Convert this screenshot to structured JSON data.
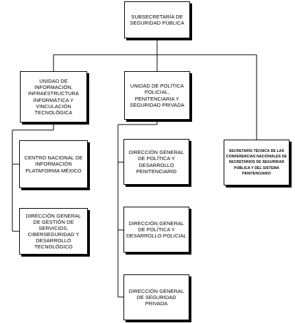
{
  "org_chart": {
    "root": "SUBSECRETARÍA DE SEGURIDAD PÚBLICA",
    "units": {
      "info": "UNIDAD DE INFORMACIÓN, INFRAESTRUCTURA INFORMÁTICA Y VINCULACIÓN TECNOLÓGICA",
      "policy": "UNIDAD DE POLÍTICA POLICIAL, PENITENCIARIA Y SEGURIDAD PRIVADA",
      "secretariat": "SECRETARÍA TÉCNICA DE LAS CONFERENCIAS NACIONALES DE SECRETARIOS DE SEGURIDAD PÚBLICA Y DEL SISTEMA PENITENCIARIO"
    },
    "info_children": {
      "centro": "CENTRO NACIONAL DE INFORMACIÓN PLATAFORMA MÉXICO",
      "gestion": "DIRECCIÓN GENERAL DE GESTIÓN DE SERVICIOS, CIBERSEGURIDAD Y DESARROLLO TECNOLÓGICO"
    },
    "policy_children": {
      "penitenciario": "DIRECCIÓN GENERAL DE POLÍTICA Y DESARROLLO PENITENCIARIO",
      "policial": "DIRECCIÓN GENERAL DE POLÍTICA Y DESARROLLO POLICIAL",
      "privada": "DIRECCIÓN GENERAL DE SEGURIDAD PRIVADA"
    }
  }
}
